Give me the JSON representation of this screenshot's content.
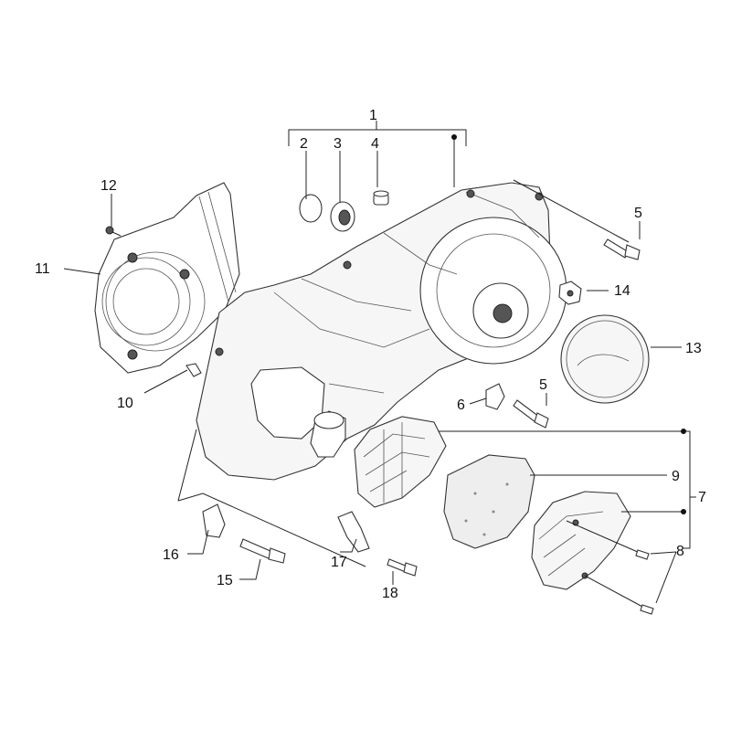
{
  "labels": {
    "l1": "1",
    "l2": "2",
    "l3": "3",
    "l4": "4",
    "l5": "5",
    "l6": "6",
    "l7": "7",
    "l8": "8",
    "l9": "9",
    "l10": "10",
    "l11": "11",
    "l12": "12",
    "l13": "13",
    "l14": "14",
    "l15": "15",
    "l16": "16",
    "l17": "17",
    "l18": "18"
  },
  "colors": {
    "line": "#222222",
    "part_fill": "#f6f6f6",
    "background": "#ffffff"
  }
}
